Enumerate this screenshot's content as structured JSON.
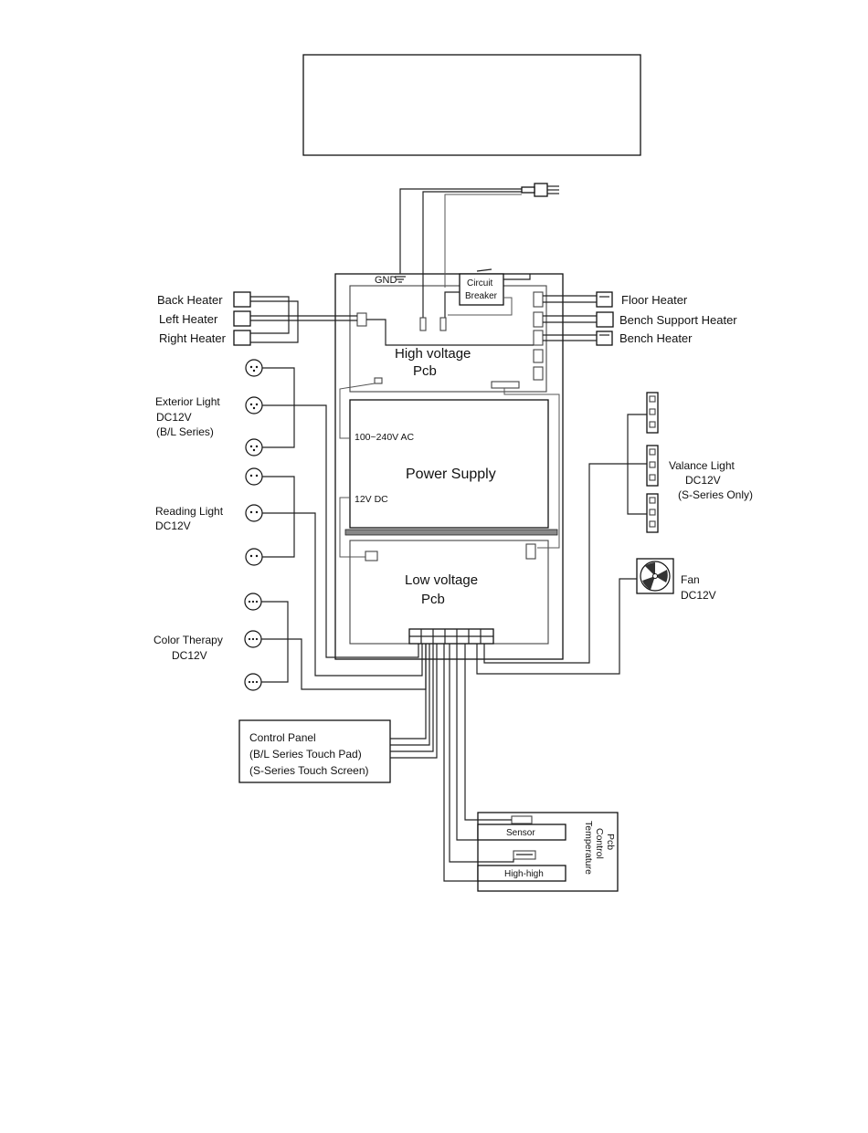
{
  "labels": {
    "gnd": "GND",
    "circuit_breaker_1": "Circuit",
    "circuit_breaker_2": "Breaker",
    "high_voltage_1": "High voltage",
    "high_voltage_2": "Pcb",
    "power_supply": "Power  Supply",
    "ac_input": "100~240V AC",
    "dc_output": "12V DC",
    "low_voltage_1": "Low voltage",
    "low_voltage_2": "Pcb",
    "back_heater": "Back Heater",
    "left_heater": "Left Heater",
    "right_heater": "Right Heater",
    "floor_heater": "Floor Heater",
    "bench_support_heater": "Bench Support Heater",
    "bench_heater": "Bench Heater",
    "exterior_light_1": "Exterior Light",
    "exterior_light_2": "DC12V",
    "exterior_light_3": "(B/L Series)",
    "reading_light_1": "Reading Light",
    "reading_light_2": "DC12V",
    "color_therapy_1": "Color Therapy",
    "color_therapy_2": "DC12V",
    "valance_light_1": "Valance Light",
    "valance_light_2": "DC12V",
    "valance_light_3": "(S-Series Only)",
    "fan_1": "Fan",
    "fan_2": "DC12V",
    "control_panel_1": "Control Panel",
    "control_panel_2": "(B/L Series Touch Pad)",
    "control_panel_3": "(S-Series Touch Screen)",
    "sensor": "Sensor",
    "high_high": "High-high",
    "temp_pcb_1": "Temperature",
    "temp_pcb_2": "Control",
    "temp_pcb_3": "Pcb"
  }
}
